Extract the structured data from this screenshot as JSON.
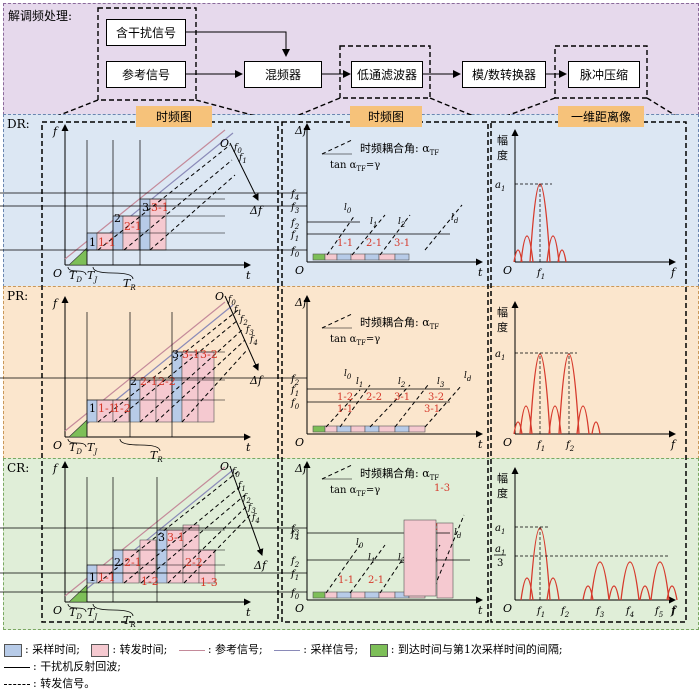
{
  "demod": {
    "title": "解调频处理:",
    "boxes": {
      "interference_signal": "含干扰信号",
      "reference_signal": "参考信号",
      "mixer": "混频器",
      "lowpass": "低通滤波器",
      "adc": "模/数转换器",
      "pulse_compression": "脉冲压缩"
    }
  },
  "headers": {
    "col1": "时频图",
    "col2": "时频图",
    "col3": "一维距离像"
  },
  "rows": {
    "dr": "DR:",
    "pr": "PR:",
    "cr": "CR:"
  },
  "axes": {
    "f": "f",
    "t": "t",
    "O": "O",
    "delta_f": "Δf",
    "amp_top": "幅",
    "amp_bottom": "度",
    "f0": "f0",
    "ft": "f",
    "tdiff": "T",
    "a1": "a1"
  },
  "annotations": {
    "coupling_angle": "时频耦合角: α",
    "coupling_sub": "TF",
    "tan_expr": "tan α",
    "tan_sub": "TF",
    "tan_rhs": "=γ",
    "TD": "TD",
    "TJ": "TJ",
    "TR": "TR",
    "a1_over_3_num": "a1",
    "a1_over_3_den": "3"
  },
  "labels_dr": [
    "1",
    "1-1",
    "2",
    "2-1",
    "3",
    "3-1"
  ],
  "labels_pr": [
    "1",
    "1-1",
    "1-2",
    "2",
    "2-1",
    "2-2",
    "3",
    "3-1",
    "3-2"
  ],
  "labels_cr": [
    "1",
    "1-1",
    "2",
    "2-1",
    "1-2",
    "3",
    "3-1",
    "2-2",
    "1-3"
  ],
  "freq_labels": {
    "dr": [
      "f4",
      "f3",
      "f2",
      "f1",
      "f0"
    ],
    "pr": [
      "f2",
      "f1",
      "f0"
    ],
    "cr": [
      "f4",
      "f3",
      "f2",
      "f1",
      "f0"
    ],
    "dr_x": [
      "f1"
    ],
    "pr_x": [
      "f1",
      "f2"
    ],
    "cr_x": [
      "f1",
      "f2",
      "f3",
      "f4",
      "f5",
      "f"
    ]
  },
  "legend": {
    "sampling_time": ": 采样时间;",
    "forward_time": ": 转发时间;",
    "reference": ": 参考信号;",
    "sampling_signal": ": 采样信号;",
    "arrival_gap": ": 到达时间与第1次采样时间的间隔;",
    "jammer_echo": ": 干扰机反射回波;",
    "forward_signal": ": 转发信号。"
  },
  "colors": {
    "purple_bg": "#e6d9ec",
    "blue_bg": "#dce7f3",
    "orange_bg": "#fbe6cd",
    "green_bg": "#e0eed8",
    "sample": "#b7cbe8",
    "forward": "#f5c9d0",
    "green": "#7dbf58",
    "red": "#d63a2c",
    "header": "#f6c27a"
  }
}
